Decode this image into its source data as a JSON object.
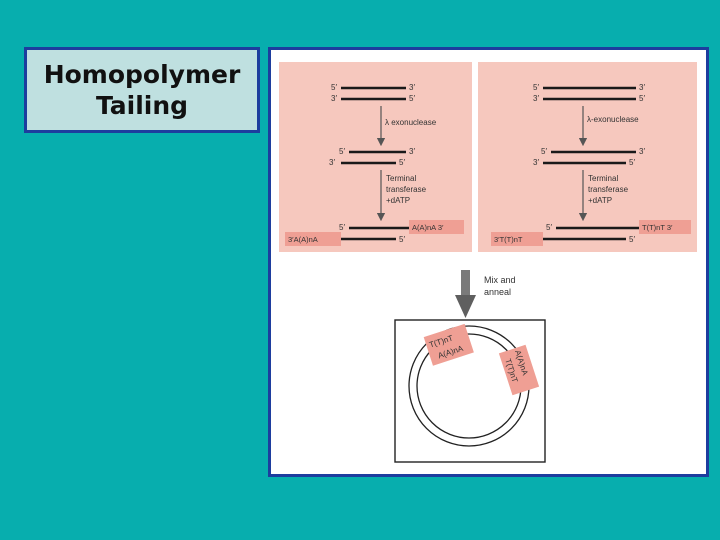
{
  "slide": {
    "title_line1": "Homopolymer",
    "title_line2": "Tailing"
  },
  "figure": {
    "left_panel": {
      "top_5": "5′",
      "top_3": "3′",
      "bot_3": "3′",
      "bot_5": "5′",
      "step1": "λ exonuclease",
      "mid_5": "5′",
      "mid_3r": "3′",
      "mid_3l": "3′",
      "mid_5r": "5′",
      "step2_line1": "Terminal",
      "step2_line2": "transferase",
      "step2_line3": "+dATP",
      "end_5": "5′",
      "end_5b": "5′",
      "tail_right": "A(A)nA 3′",
      "tail_left": "3′A(A)nA"
    },
    "right_panel": {
      "top_5": "5′",
      "top_3": "3′",
      "bot_3": "3′",
      "bot_5": "5′",
      "step1": "λ-exonuclease",
      "mid_5": "5′",
      "mid_3r": "3′",
      "mid_3l": "3′",
      "mid_5r": "5′",
      "step2_line1": "Terminal",
      "step2_line2": "transferase",
      "step2_line3": "+dATP",
      "end_5": "5′",
      "end_5b": "5′",
      "tail_right": "T(T)nT 3′",
      "tail_left": "3′T(T)nT"
    },
    "step3_line1": "Mix and",
    "step3_line2": "anneal",
    "plasmid": {
      "label_a1": "T(T)nT",
      "label_a2": "A(A)nA",
      "label_b1": "A(A)nA",
      "label_b2": "T(T)nT"
    },
    "colors": {
      "panel_bg": "#F6C8BE",
      "tail_box": "#EF9F94",
      "strand": "#1a1a1a",
      "arrow": "#555555"
    }
  }
}
